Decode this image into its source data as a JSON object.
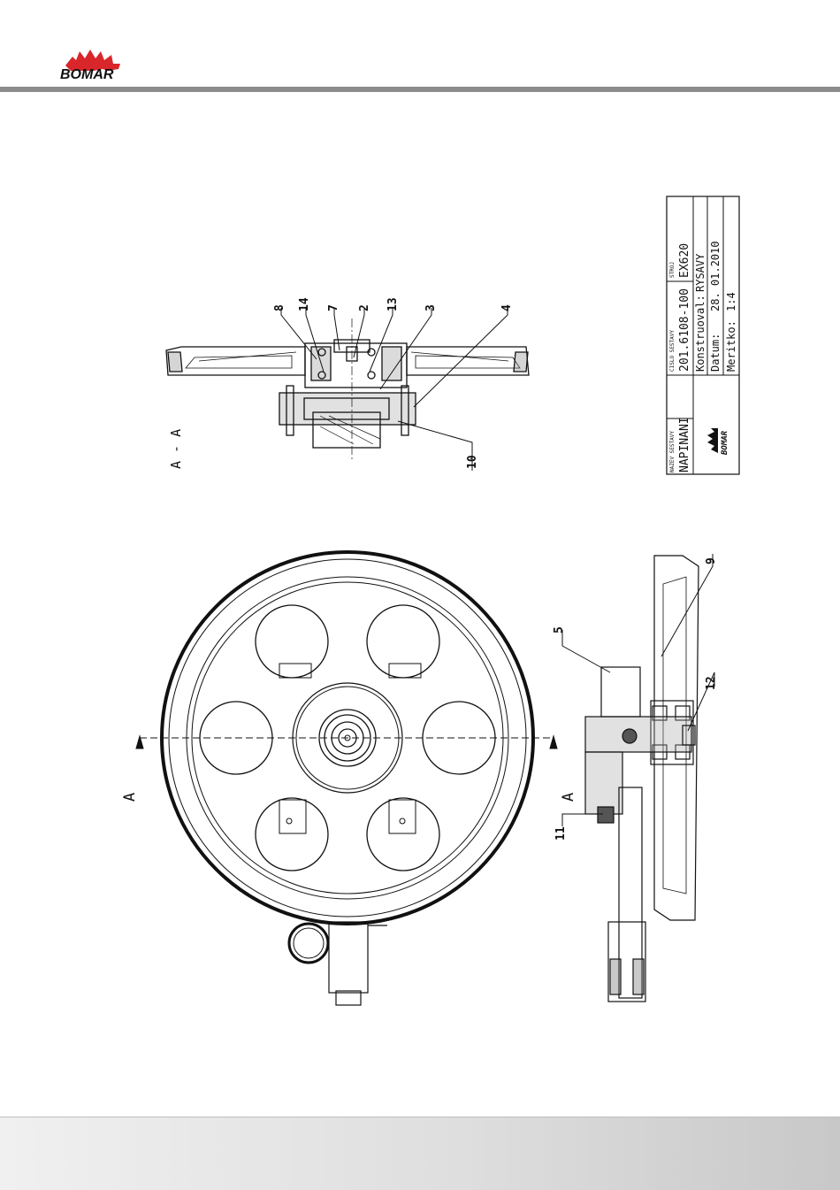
{
  "company": {
    "logo_text": "BOMAR"
  },
  "section_view_label": "A - A",
  "section_markers": [
    "A",
    "A"
  ],
  "part_labels": {
    "p8": "8",
    "p14": "14",
    "p7": "7",
    "p2": "2",
    "p13": "13",
    "p3": "3",
    "p4": "4",
    "p10": "10",
    "p5": "5",
    "p9": "9",
    "p12": "12",
    "p11": "11"
  },
  "title_block": {
    "name_header": "NAZEV SESTAVY",
    "name_value": "NAPINANI",
    "number_header": "CISLO SESTAVY",
    "number_value": "201.6108-100",
    "machine_header": "STROJ",
    "machine_value": "EX620",
    "designer_label": "Konstruoval:",
    "designer_value": "RYSAVY",
    "date_label": "Datum:",
    "date_value": "28. 01.2010",
    "scale_label": "Meritko:",
    "scale_value": "1:4",
    "logo_text": "BOMAR"
  }
}
